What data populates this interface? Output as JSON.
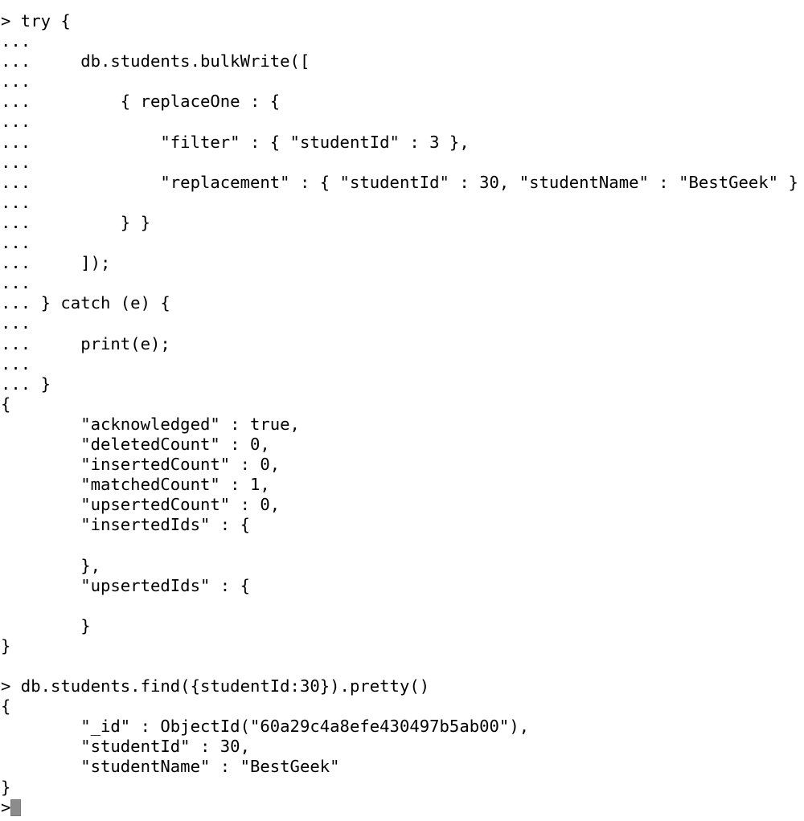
{
  "terminal": {
    "app": "mongo-shell",
    "prompt": "> ",
    "continuation_prompt": "... ",
    "foreground_color": "#000000",
    "background_color": "#ffffff",
    "cursor_color": "#8c8c8c",
    "lines": [
      "> try {",
      "...",
      "...     db.students.bulkWrite([",
      "...",
      "...         { replaceOne : {",
      "...",
      "...             \"filter\" : { \"studentId\" : 3 },",
      "...",
      "...             \"replacement\" : { \"studentId\" : 30, \"studentName\" : \"BestGeek\" }",
      "...",
      "...         } }",
      "...",
      "...     ]);",
      "...",
      "... } catch (e) {",
      "...",
      "...     print(e);",
      "...",
      "... }",
      "{",
      "        \"acknowledged\" : true,",
      "        \"deletedCount\" : 0,",
      "        \"insertedCount\" : 0,",
      "        \"matchedCount\" : 1,",
      "        \"upsertedCount\" : 0,",
      "        \"insertedIds\" : {",
      "",
      "        },",
      "        \"upsertedIds\" : {",
      "",
      "        }",
      "}",
      "",
      "> db.students.find({studentId:30}).pretty()",
      "{",
      "        \"_id\" : ObjectId(\"60a29c4a8efe430497b5ab00\"),",
      "        \"studentId\" : 30,",
      "        \"studentName\" : \"BestGeek\"",
      "}"
    ],
    "final_prompt": ">"
  }
}
